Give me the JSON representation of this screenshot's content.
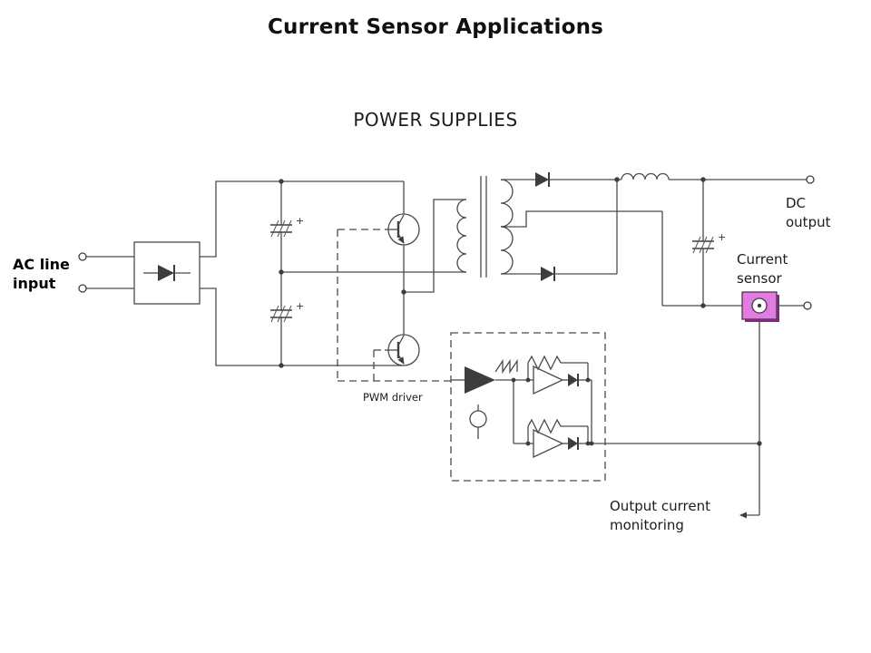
{
  "title": "Current Sensor Applications",
  "section_heading": "POWER SUPPLIES",
  "labels": {
    "ac_line_input": "AC line\ninput",
    "dc_output": "DC\noutput",
    "current_sensor": "Current\nsensor",
    "pwm_driver": "PWM driver",
    "output_current_monitoring": "Output current\nmonitoring",
    "capacitor_polarity": "+"
  },
  "colors": {
    "background": "#ffffff",
    "wire": "#4a4a4a",
    "text": "#1c1c1c",
    "sensor_fill": "#e27ce2",
    "sensor_shadow": "#7c2d7c"
  },
  "diagram": {
    "type": "power-supply-schematic",
    "symbols": [
      "ac-input-terminals",
      "bridge-rectifier",
      "bus-capacitors",
      "half-bridge-transistors",
      "isolation-transformer",
      "output-rectifier-diodes",
      "output-inductor",
      "output-capacitor",
      "current-sensor",
      "pwm-driver-block",
      "dc-output-terminals",
      "output-current-monitoring-arrow"
    ]
  }
}
